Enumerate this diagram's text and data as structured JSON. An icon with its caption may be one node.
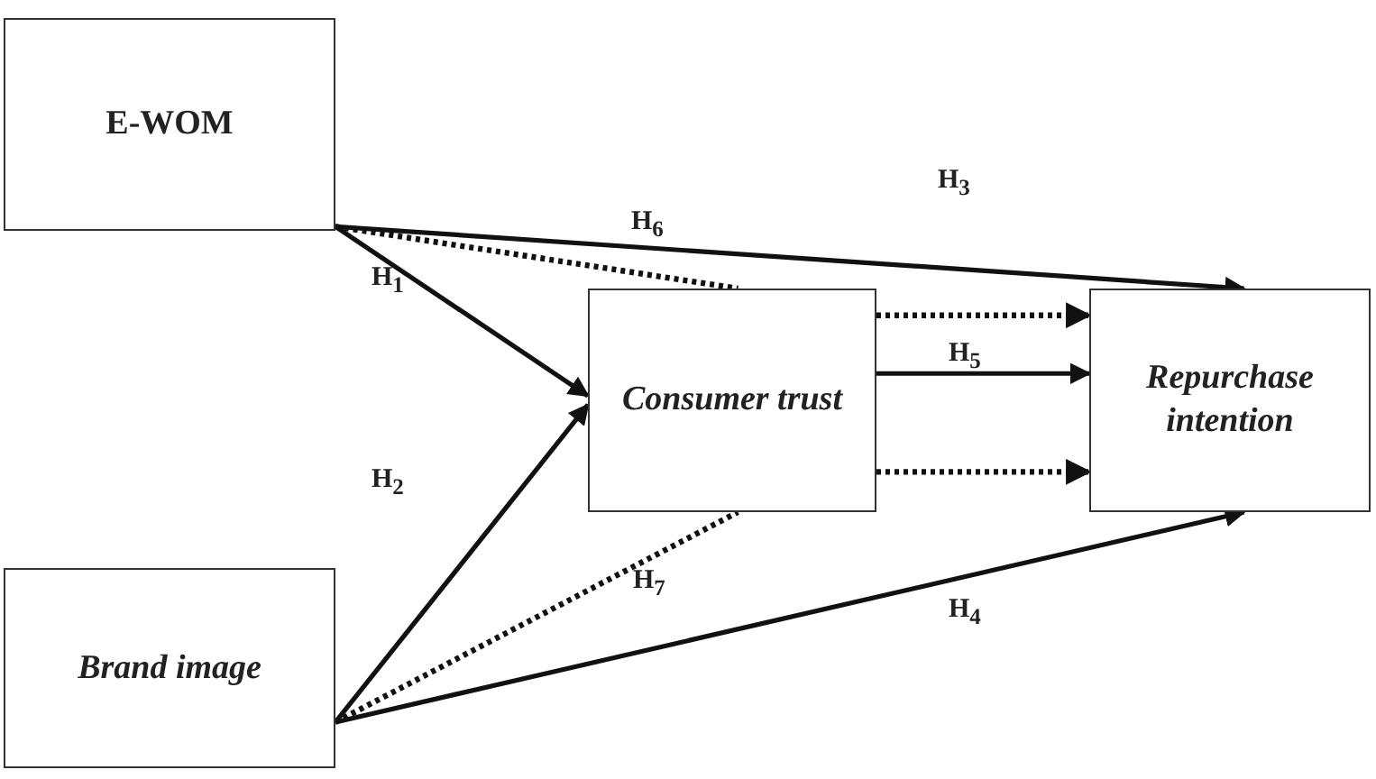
{
  "diagram": {
    "nodes": [
      {
        "text": [
          "E-WOM"
        ]
      },
      {
        "text": [
          "Brand image"
        ]
      },
      {
        "text": [
          "Consumer trust"
        ]
      },
      {
        "text": [
          "Repurchase intention"
        ]
      }
    ],
    "edges": [
      {
        "from": 0,
        "to": 3,
        "arrow": "to",
        "label": "H$_{3}$"
      },
      {
        "from": 0,
        "to": 2,
        "arrow": "none",
        "style": "dashed",
        "label": "H$_{6}$"
      },
      {
        "from": 0,
        "to": 2,
        "arrow": "to",
        "label": "H$_{1}$"
      },
      {
        "from": 2,
        "to": 3,
        "arrow": "to",
        "style": "dashed"
      },
      {
        "from": 2,
        "to": 3,
        "arrow": "to",
        "label": "H$_{5}$"
      },
      {
        "from": 2,
        "to": 3,
        "arrow": "to",
        "style": "dashed"
      },
      {
        "from": 1,
        "to": 2,
        "arrow": "to",
        "label": "H$_{2}$"
      },
      {
        "from": 1,
        "to": 2,
        "arrow": "none",
        "style": "dashed",
        "label": "H$_{7}$"
      },
      {
        "from": 1,
        "to": 3,
        "arrow": "to",
        "label": "H$_{4}$"
      }
    ]
  }
}
